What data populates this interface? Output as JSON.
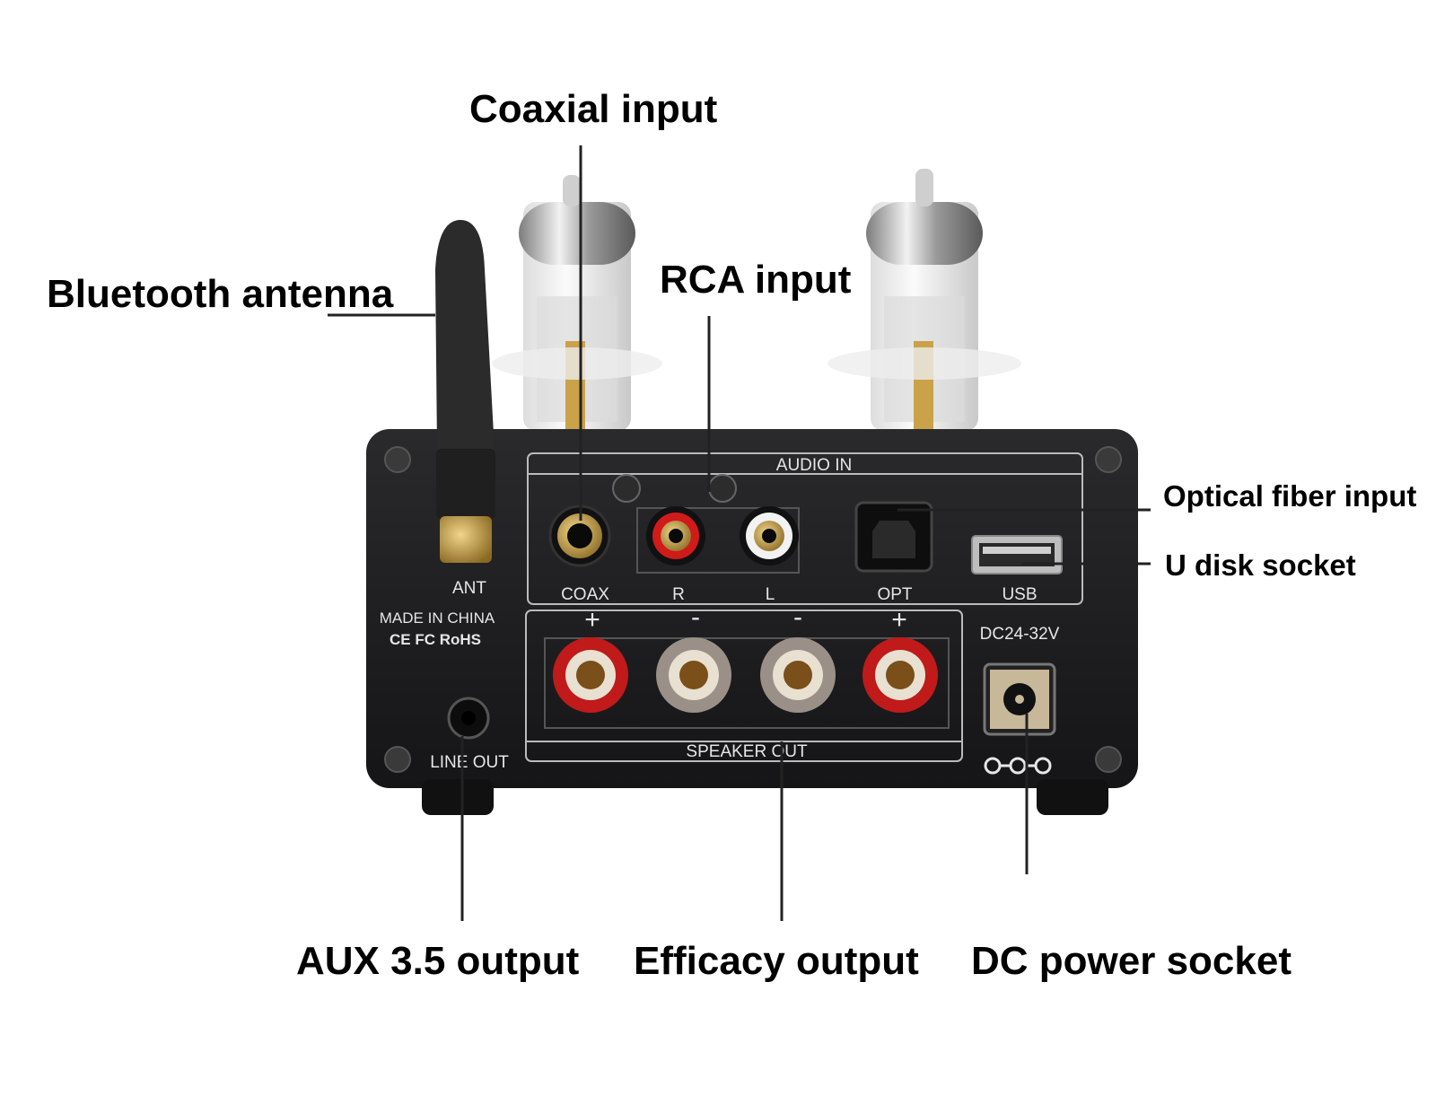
{
  "callouts": {
    "coaxial_input": "Coaxial input",
    "bluetooth_antenna": "Bluetooth antenna",
    "rca_input": "RCA input",
    "optical_fiber_input": "Optical fiber input",
    "u_disk_socket": "U disk socket",
    "aux_output": "AUX 3.5 output",
    "efficacy_output": "Efficacy output",
    "dc_power_socket": "DC power socket"
  },
  "panel": {
    "audio_in": "AUDIO IN",
    "coax": "COAX",
    "r": "R",
    "l": "L",
    "opt": "OPT",
    "usb": "USB",
    "ant": "ANT",
    "made_in": "MADE IN CHINA",
    "certs": "CE FC RoHS",
    "line_out": "LINE OUT",
    "speaker_out": "SPEAKER OUT",
    "dc_rating": "DC24-32V",
    "plus": "+",
    "minus": "-"
  },
  "colors": {
    "chassis": "#1c1c1e",
    "gold": "#c9a24a",
    "red": "#d11a1a"
  }
}
